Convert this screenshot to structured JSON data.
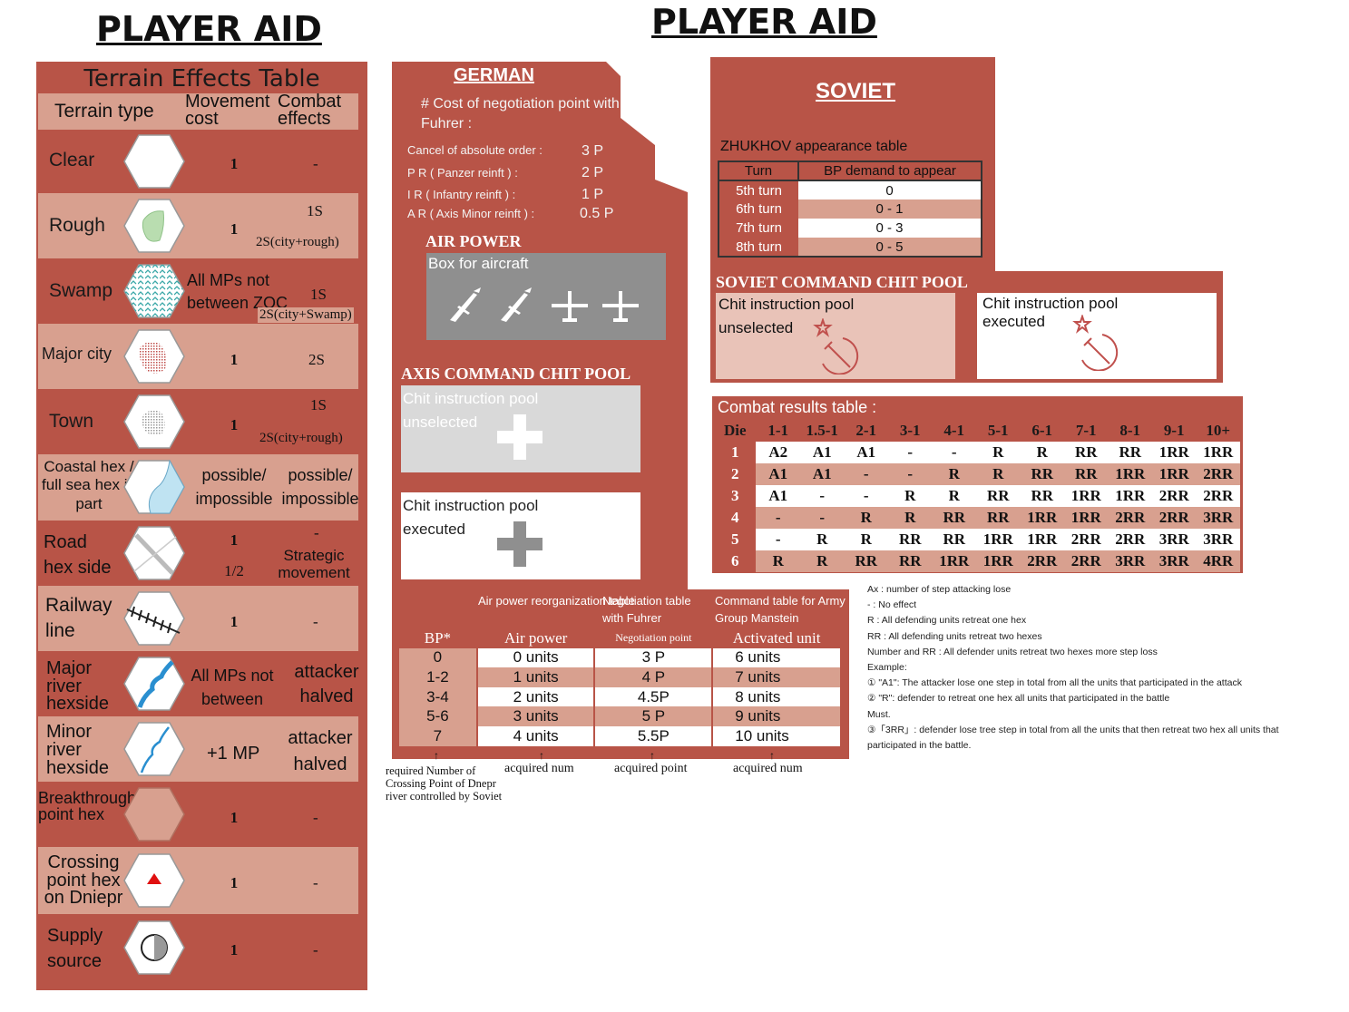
{
  "titles": {
    "left": "PLAYER AID",
    "center": "PLAYER AID"
  },
  "terrain": {
    "title": "Terrain Effects Table",
    "headers": {
      "type": "Terrain type",
      "move": "Movement cost",
      "combat": "Combat effects"
    },
    "rows": [
      {
        "name": "Clear",
        "move": "1",
        "combat": "-"
      },
      {
        "name": "Rough",
        "move": "1",
        "combat1": "1S",
        "combat2": "2S(city+rough)"
      },
      {
        "name": "Swamp",
        "move": "All MPs not between ZOC",
        "combat1": "1S",
        "combat2": "2S(city+Swamp)"
      },
      {
        "name": "Major city",
        "move": "1",
        "combat": "2S"
      },
      {
        "name": "Town",
        "move": "1",
        "combat1": "1S",
        "combat2": "2S(city+rough)"
      },
      {
        "name": "Coastal hex / full sea hex in part",
        "move": "possible/ impossible",
        "combat": "possible/ impossible"
      },
      {
        "name": "Road hex side",
        "move1": "1",
        "move2": "1/2",
        "combat1": "-",
        "combat2": "Strategic movement"
      },
      {
        "name": "Railway line",
        "move": "1",
        "combat": "-"
      },
      {
        "name": "Major river hexside",
        "move": "All MPs not between ZOC",
        "combat": "attacker halved"
      },
      {
        "name": "Minor river hexside",
        "move": "+1 MP",
        "combat": "attacker halved"
      },
      {
        "name": "Breakthrough point hex",
        "move": "1",
        "combat": "-"
      },
      {
        "name": "Crossing point hex on Dniepr",
        "move": "1",
        "combat": "-"
      },
      {
        "name": "Supply source",
        "move": "1",
        "combat": "-"
      }
    ]
  },
  "german": {
    "title": "GERMAN",
    "cost_title": "# Cost of negotiation point with Fuhrer :",
    "costs": [
      {
        "label": "Cancel of absolute order :",
        "value": "3 P"
      },
      {
        "label": "P R  ( Panzer reinft )  :",
        "value": "2 P"
      },
      {
        "label": "I R  ( Infantry reinft ) :",
        "value": "1 P"
      },
      {
        "label": "A R ( Axis  Minor reinft ) :",
        "value": "0.5 P"
      }
    ],
    "air_title": "AIR POWER",
    "air_box": "Box for aircraft",
    "axis_title": "AXIS COMMAND CHIT POOL",
    "pool_unselected": "Chit instruction pool unselected",
    "pool_executed": "Chit instruction pool executed"
  },
  "bottom_table": {
    "headers_top": {
      "air": "Air power reorganization table",
      "nego": "Negotiation table with Fuhrer",
      "cmd": "Command table for Army Group Manstein"
    },
    "headers": [
      "BP*",
      "Air power",
      "Negotiation point",
      "Activated unit"
    ],
    "rows": [
      [
        "0",
        "0 units",
        "3 P",
        "6  units"
      ],
      [
        "1-2",
        "1 units",
        "4 P",
        "7  units"
      ],
      [
        "3-4",
        "2 units",
        "4.5P",
        "8  units"
      ],
      [
        "5-6",
        "3 units",
        "5 P",
        "9  units"
      ],
      [
        "7",
        "4 units",
        "5.5P",
        "10 units"
      ]
    ],
    "footer": {
      "bp": "required Number of Crossing Point  of Dnepr river controlled by Soviet",
      "air": "acquired num",
      "nego": "acquired point",
      "cmd": "acquired num"
    }
  },
  "soviet": {
    "title": "SOVIET",
    "zhukov_title": "ZHUKHOV appearance table",
    "zhukov_headers": [
      "Turn",
      "BP demand to appear"
    ],
    "zhukov_rows": [
      [
        "5th turn",
        "0"
      ],
      [
        "6th turn",
        "0 - 1"
      ],
      [
        "7th turn",
        "0 - 3"
      ],
      [
        "8th turn",
        "0 - 5"
      ]
    ],
    "pool_title": "SOVIET COMMAND CHIT POOL",
    "pool_unselected": "Chit instruction pool unselected",
    "pool_executed": "Chit instruction pool executed"
  },
  "crt": {
    "title": "Combat results table :",
    "headers": [
      "Die",
      "1-1",
      "1.5-1",
      "2-1",
      "3-1",
      "4-1",
      "5-1",
      "6-1",
      "7-1",
      "8-1",
      "9-1",
      "10+"
    ],
    "rows": [
      [
        "1",
        "A2",
        "A1",
        "A1",
        "-",
        "-",
        "R",
        "R",
        "RR",
        "RR",
        "1RR",
        "1RR"
      ],
      [
        "2",
        "A1",
        "A1",
        "-",
        "-",
        "R",
        "R",
        "RR",
        "RR",
        "1RR",
        "1RR",
        "2RR"
      ],
      [
        "3",
        "A1",
        "-",
        "-",
        "R",
        "R",
        "RR",
        "RR",
        "1RR",
        "1RR",
        "2RR",
        "2RR"
      ],
      [
        "4",
        "-",
        "-",
        "R",
        "R",
        "RR",
        "RR",
        "1RR",
        "1RR",
        "2RR",
        "2RR",
        "3RR"
      ],
      [
        "5",
        "-",
        "R",
        "R",
        "RR",
        "RR",
        "1RR",
        "1RR",
        "2RR",
        "2RR",
        "3RR",
        "3RR"
      ],
      [
        "6",
        "R",
        "R",
        "RR",
        "RR",
        "1RR",
        "1RR",
        "2RR",
        "2RR",
        "3RR",
        "3RR",
        "4RR"
      ]
    ]
  },
  "notes": [
    "Ax : number of step attacking lose",
    "- : No effect",
    "R :  All defending units retreat one hex",
    "RR :  All defending units retreat two hexes",
    "Number and RR : All defender units retreat two hexes more step loss",
    "Example:",
    "① \"A1\": The attacker lose one step in total from all the units that participated in the attack",
    "② \"R\": defender to retreat one hex all units that participated in the battle",
    "Must.",
    "③「3RR」: defender lose tree step in total from all the units that then retreat two hex all units that",
    "participated in the battle."
  ],
  "colors": {
    "brick": "#b85447",
    "pink": "#d8a08f",
    "gray_box": "#8f8f8f"
  }
}
